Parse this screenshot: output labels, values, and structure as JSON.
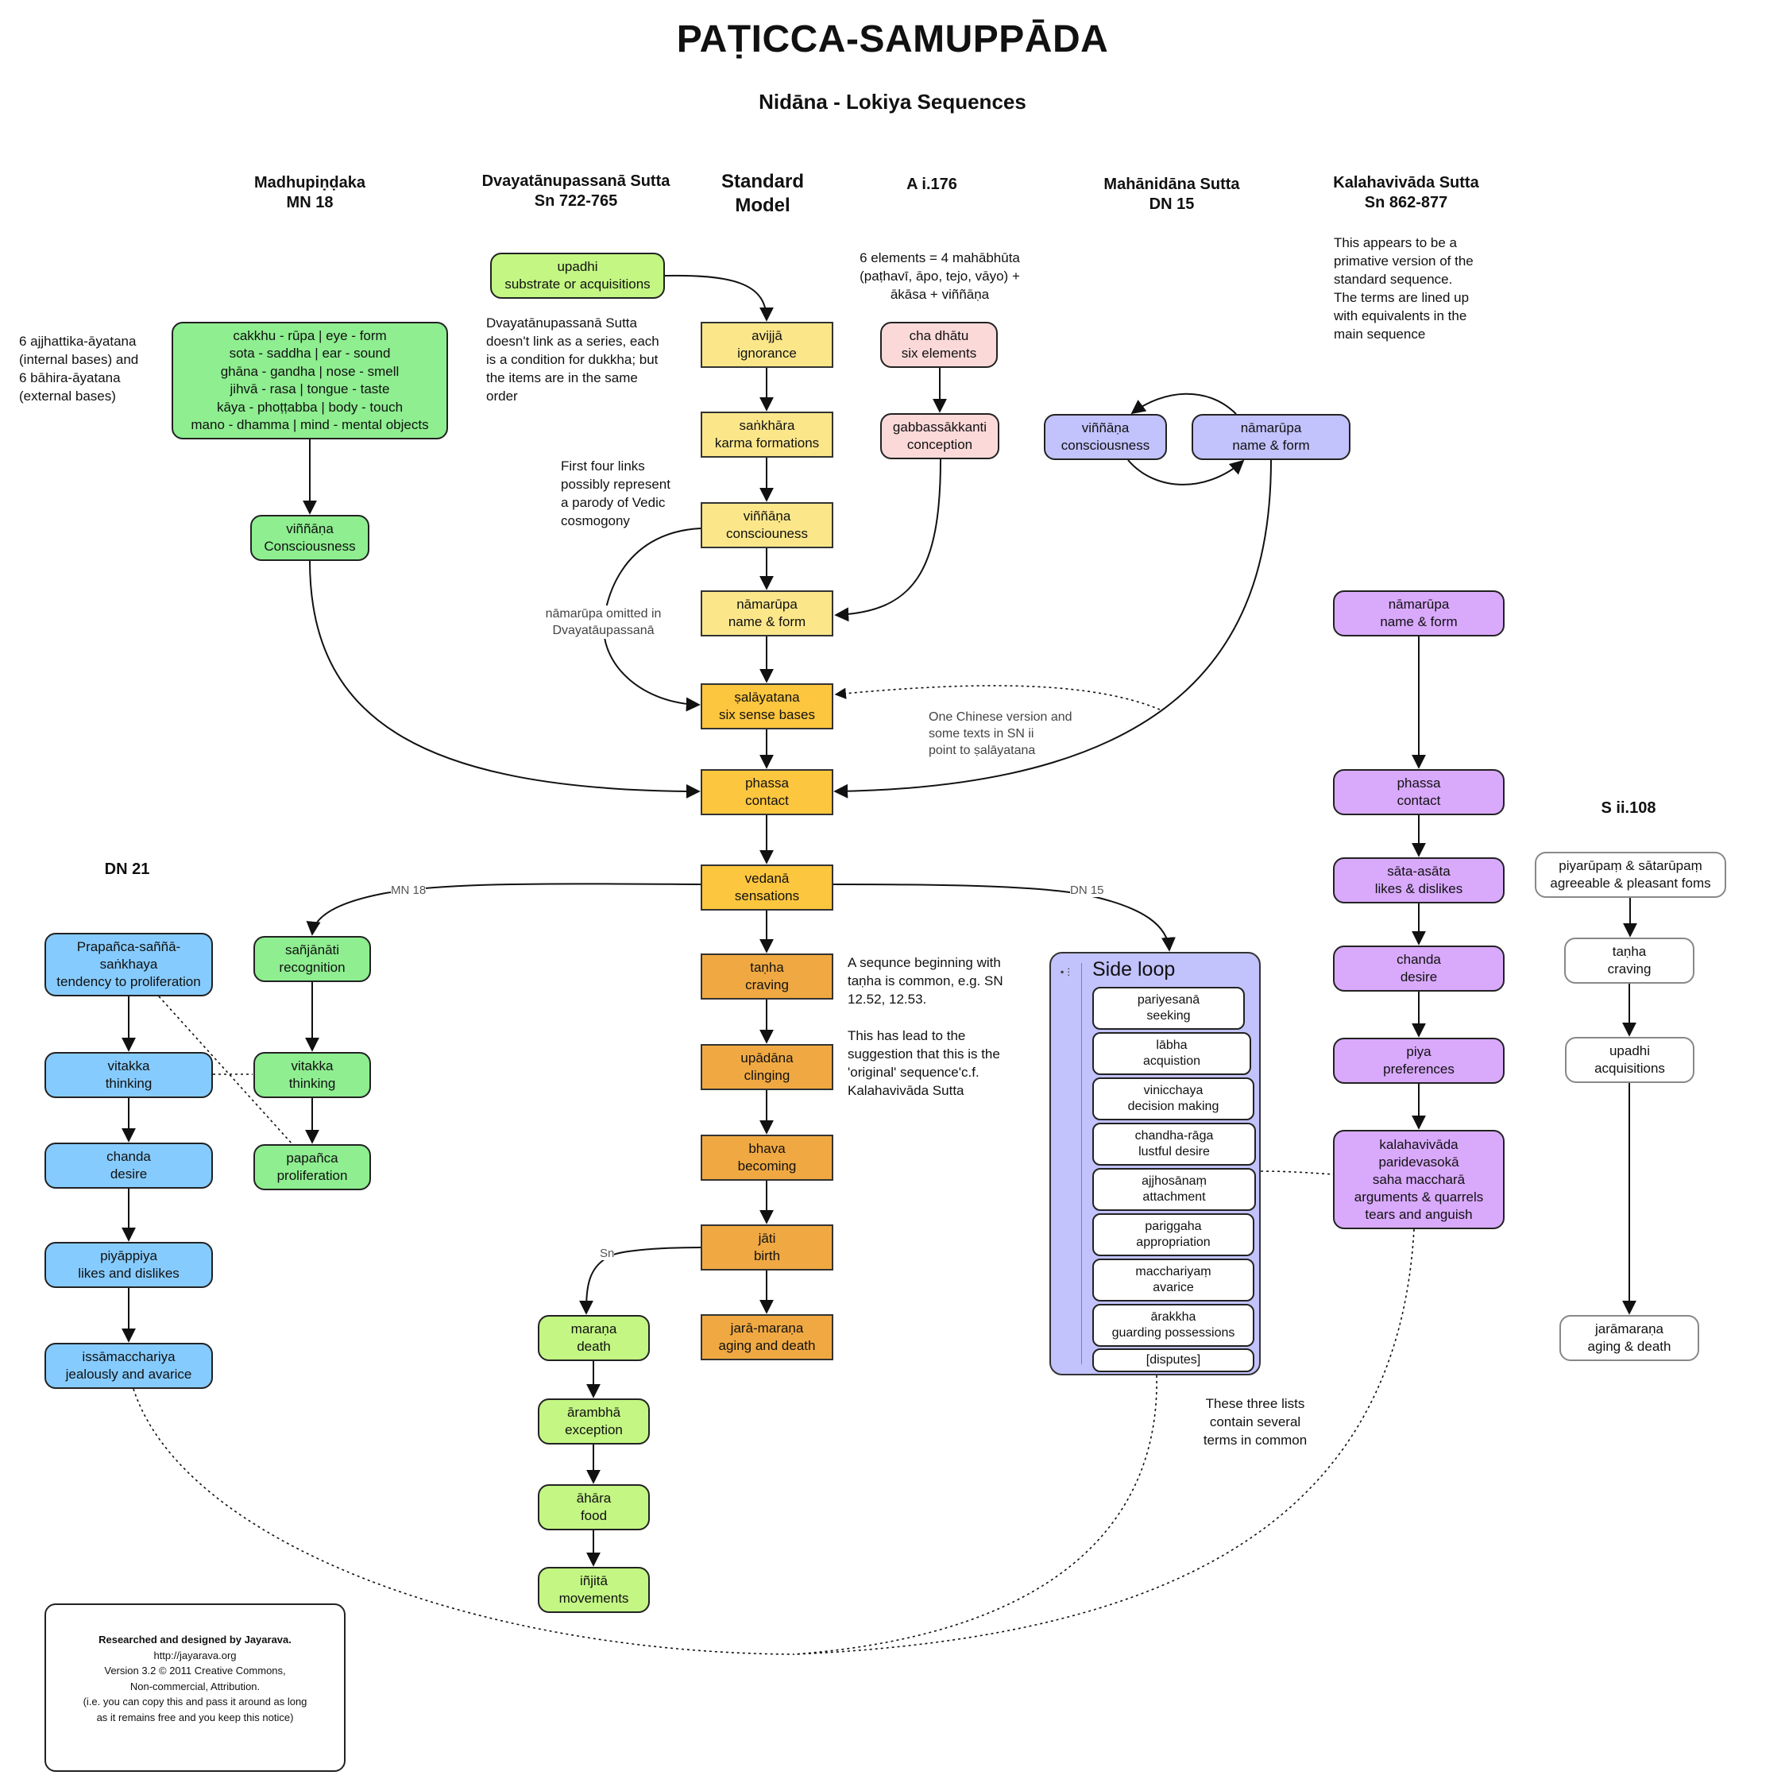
{
  "title": "PAṬICCA-SAMUPPĀDA",
  "subtitle": "Nidāna - Lokiya Sequences",
  "columns": {
    "madhupindaka": {
      "name": "Madhupiṇḍaka",
      "ref": "MN 18"
    },
    "dvayatanupassana": {
      "name": "Dvayatānupassanā Sutta",
      "ref": "Sn 722-765"
    },
    "standard": {
      "name": "Standard",
      "ref": "Model"
    },
    "a176": {
      "name": "A i.176"
    },
    "mahanidana": {
      "name": "Mahānidāna Sutta",
      "ref": "DN 15"
    },
    "kalahavivada": {
      "name": "Kalahavivāda Sutta",
      "ref": "Sn 862-877"
    },
    "dn21": {
      "name": "DN 21"
    },
    "s108": {
      "name": "S ii.108"
    }
  },
  "notes": {
    "ayatana": [
      "6 ajjhattika-āyatana",
      "(internal bases) and",
      "6 bāhira-āyatana",
      "(external bases)"
    ],
    "dvayata": [
      "Dvayatānupassanā Sutta",
      "doesn't link as a series, each",
      "is a condition for dukkha; but",
      "the items are in the same",
      "order"
    ],
    "first_four": [
      "First four links",
      "possibly represent",
      "a parody of Vedic",
      "cosmogony"
    ],
    "six_elements": [
      "6 elements = 4 mahābhūta",
      "(paṭhavī, āpo, tejo, vāyo) +",
      "ākāsa + viññāṇa"
    ],
    "primitive": [
      "This appears to be a",
      "primative version of the",
      "standard sequence.",
      "The terms are lined up",
      "with equivalents in the",
      "main sequence"
    ],
    "namarupa_omitted": [
      "nāmarūpa omitted in",
      "Dvayatāupassanā"
    ],
    "chinese": [
      "One Chinese version and",
      "some texts in SN ii",
      "point to ṣalāyatana"
    ],
    "tanha_seq": [
      "A sequnce beginning with",
      "taṇha is common, e.g. SN",
      "12.52, 12.53.",
      "",
      "This has lead to the",
      "suggestion that this is the",
      "'original' sequence'c.f.",
      "Kalahavivāda Sutta"
    ],
    "three_lists": [
      "These three lists",
      "contain several",
      "terms in common"
    ]
  },
  "edge_labels": {
    "mn18": "MN 18",
    "dn15": "DN 15",
    "sn": "Sn"
  },
  "standard_model": [
    {
      "pali": "avijjā",
      "english": "ignorance"
    },
    {
      "pali": "saṅkhāra",
      "english": "karma formations"
    },
    {
      "pali": "viññāṇa",
      "english": "consciouness"
    },
    {
      "pali": "nāmarūpa",
      "english": "name & form"
    },
    {
      "pali": "ṣalāyatana",
      "english": "six sense bases"
    },
    {
      "pali": "phassa",
      "english": "contact"
    },
    {
      "pali": "vedanā",
      "english": "sensations"
    },
    {
      "pali": "taṇha",
      "english": "craving"
    },
    {
      "pali": "upādāna",
      "english": "clinging"
    },
    {
      "pali": "bhava",
      "english": "becoming"
    },
    {
      "pali": "jāti",
      "english": "birth"
    },
    {
      "pali": "jarā-maraṇa",
      "english": "aging and death"
    }
  ],
  "dvayata_upadhi": {
    "pali": "upadhi",
    "english": "substrate or acquisitions"
  },
  "madhupindaka": {
    "bases": [
      "cakkhu - rūpa  | eye - form",
      "sota - saddha | ear - sound",
      "ghāna - gandha | nose - smell",
      "jihvā - rasa | tongue - taste",
      "kāya - phoṭṭabba | body - touch",
      "mano - dhamma | mind - mental objects"
    ],
    "vinnana": {
      "pali": "viññāṇa",
      "english": "Consciousness"
    }
  },
  "a176": [
    {
      "pali": "cha dhātu",
      "english": "six elements"
    },
    {
      "pali": "gabbassākkanti",
      "english": "conception"
    }
  ],
  "mahanidana": [
    {
      "pali": "viññāṇa",
      "english": "consciousness"
    },
    {
      "pali": "nāmarūpa",
      "english": "name & form"
    }
  ],
  "mn18_branch": [
    {
      "pali": "sañjānāti",
      "english": "recognition"
    },
    {
      "pali": "vitakka",
      "english": "thinking"
    },
    {
      "pali": "papañca",
      "english": "proliferation"
    }
  ],
  "dn21": [
    {
      "lines": [
        "Prapañca-saññā-",
        "saṅkhaya",
        "tendency to proliferation"
      ]
    },
    {
      "lines": [
        "vitakka",
        "thinking"
      ]
    },
    {
      "lines": [
        "chanda",
        "desire"
      ]
    },
    {
      "lines": [
        "piyāppiya",
        "likes and dislikes"
      ]
    },
    {
      "lines": [
        "issāmacchariya",
        "jealously and avarice"
      ]
    }
  ],
  "sn_branch": [
    {
      "pali": "maraṇa",
      "english": "death"
    },
    {
      "pali": "ārambhā",
      "english": "exception"
    },
    {
      "pali": "āhāra",
      "english": "food"
    },
    {
      "pali": "iñjitā",
      "english": "movements"
    }
  ],
  "side_loop": {
    "title": "Side loop",
    "items": [
      {
        "pali": "pariyesanā",
        "english": "seeking"
      },
      {
        "pali": "lābha",
        "english": "acquistion"
      },
      {
        "pali": "vinicchaya",
        "english": "decision making"
      },
      {
        "pali": "chandha-rāga",
        "english": "lustful desire"
      },
      {
        "pali": "ajjhosānaṃ",
        "english": "attachment"
      },
      {
        "pali": "pariggaha",
        "english": "appropriation"
      },
      {
        "pali": "macchariyaṃ",
        "english": "avarice"
      },
      {
        "pali": "ārakkha",
        "english": "guarding possessions"
      },
      {
        "pali": "[disputes]",
        "english": ""
      }
    ]
  },
  "kalahavivada": [
    {
      "lines": [
        "nāmarūpa",
        "name & form"
      ]
    },
    {
      "lines": [
        "phassa",
        "contact"
      ]
    },
    {
      "lines": [
        "sāta-asāta",
        "likes & dislikes"
      ]
    },
    {
      "lines": [
        "chanda",
        "desire"
      ]
    },
    {
      "lines": [
        "piya",
        "preferences"
      ]
    },
    {
      "lines": [
        "kalahavivāda",
        "paridevasokā",
        "saha maccharā",
        "arguments & quarrels",
        "tears and anguish"
      ]
    }
  ],
  "s108": [
    {
      "pali": "piyarūpaṃ & sātarūpaṃ",
      "english": "agreeable & pleasant foms"
    },
    {
      "pali": "taṇha",
      "english": "craving"
    },
    {
      "pali": "upadhi",
      "english": "acquisitions"
    },
    {
      "pali": "jarāmaraṇa",
      "english": "aging & death"
    }
  ],
  "footer": {
    "author": "Researched and designed by Jayarava.",
    "url": "http://jayarava.org",
    "version": "Version 3.2 © 2011 Creative Commons,",
    "license": "Non-commercial, Attribution.",
    "notice1": "(i.e. you can copy this and pass it around as long",
    "notice2": "as it remains free and you keep this notice)"
  },
  "colors": {
    "standard_early": "#fbe78a",
    "standard_mid": "#fdc63f",
    "standard_late": "#f0a942",
    "madhupindaka": "#8eee90",
    "dvayata": "#c3f683",
    "a176": "#fcd9d9",
    "mahanidana": "#c2c2fd",
    "kalahavivada": "#d9a9fc",
    "dn21": "#86cbfd",
    "s108": "#ffffff"
  }
}
